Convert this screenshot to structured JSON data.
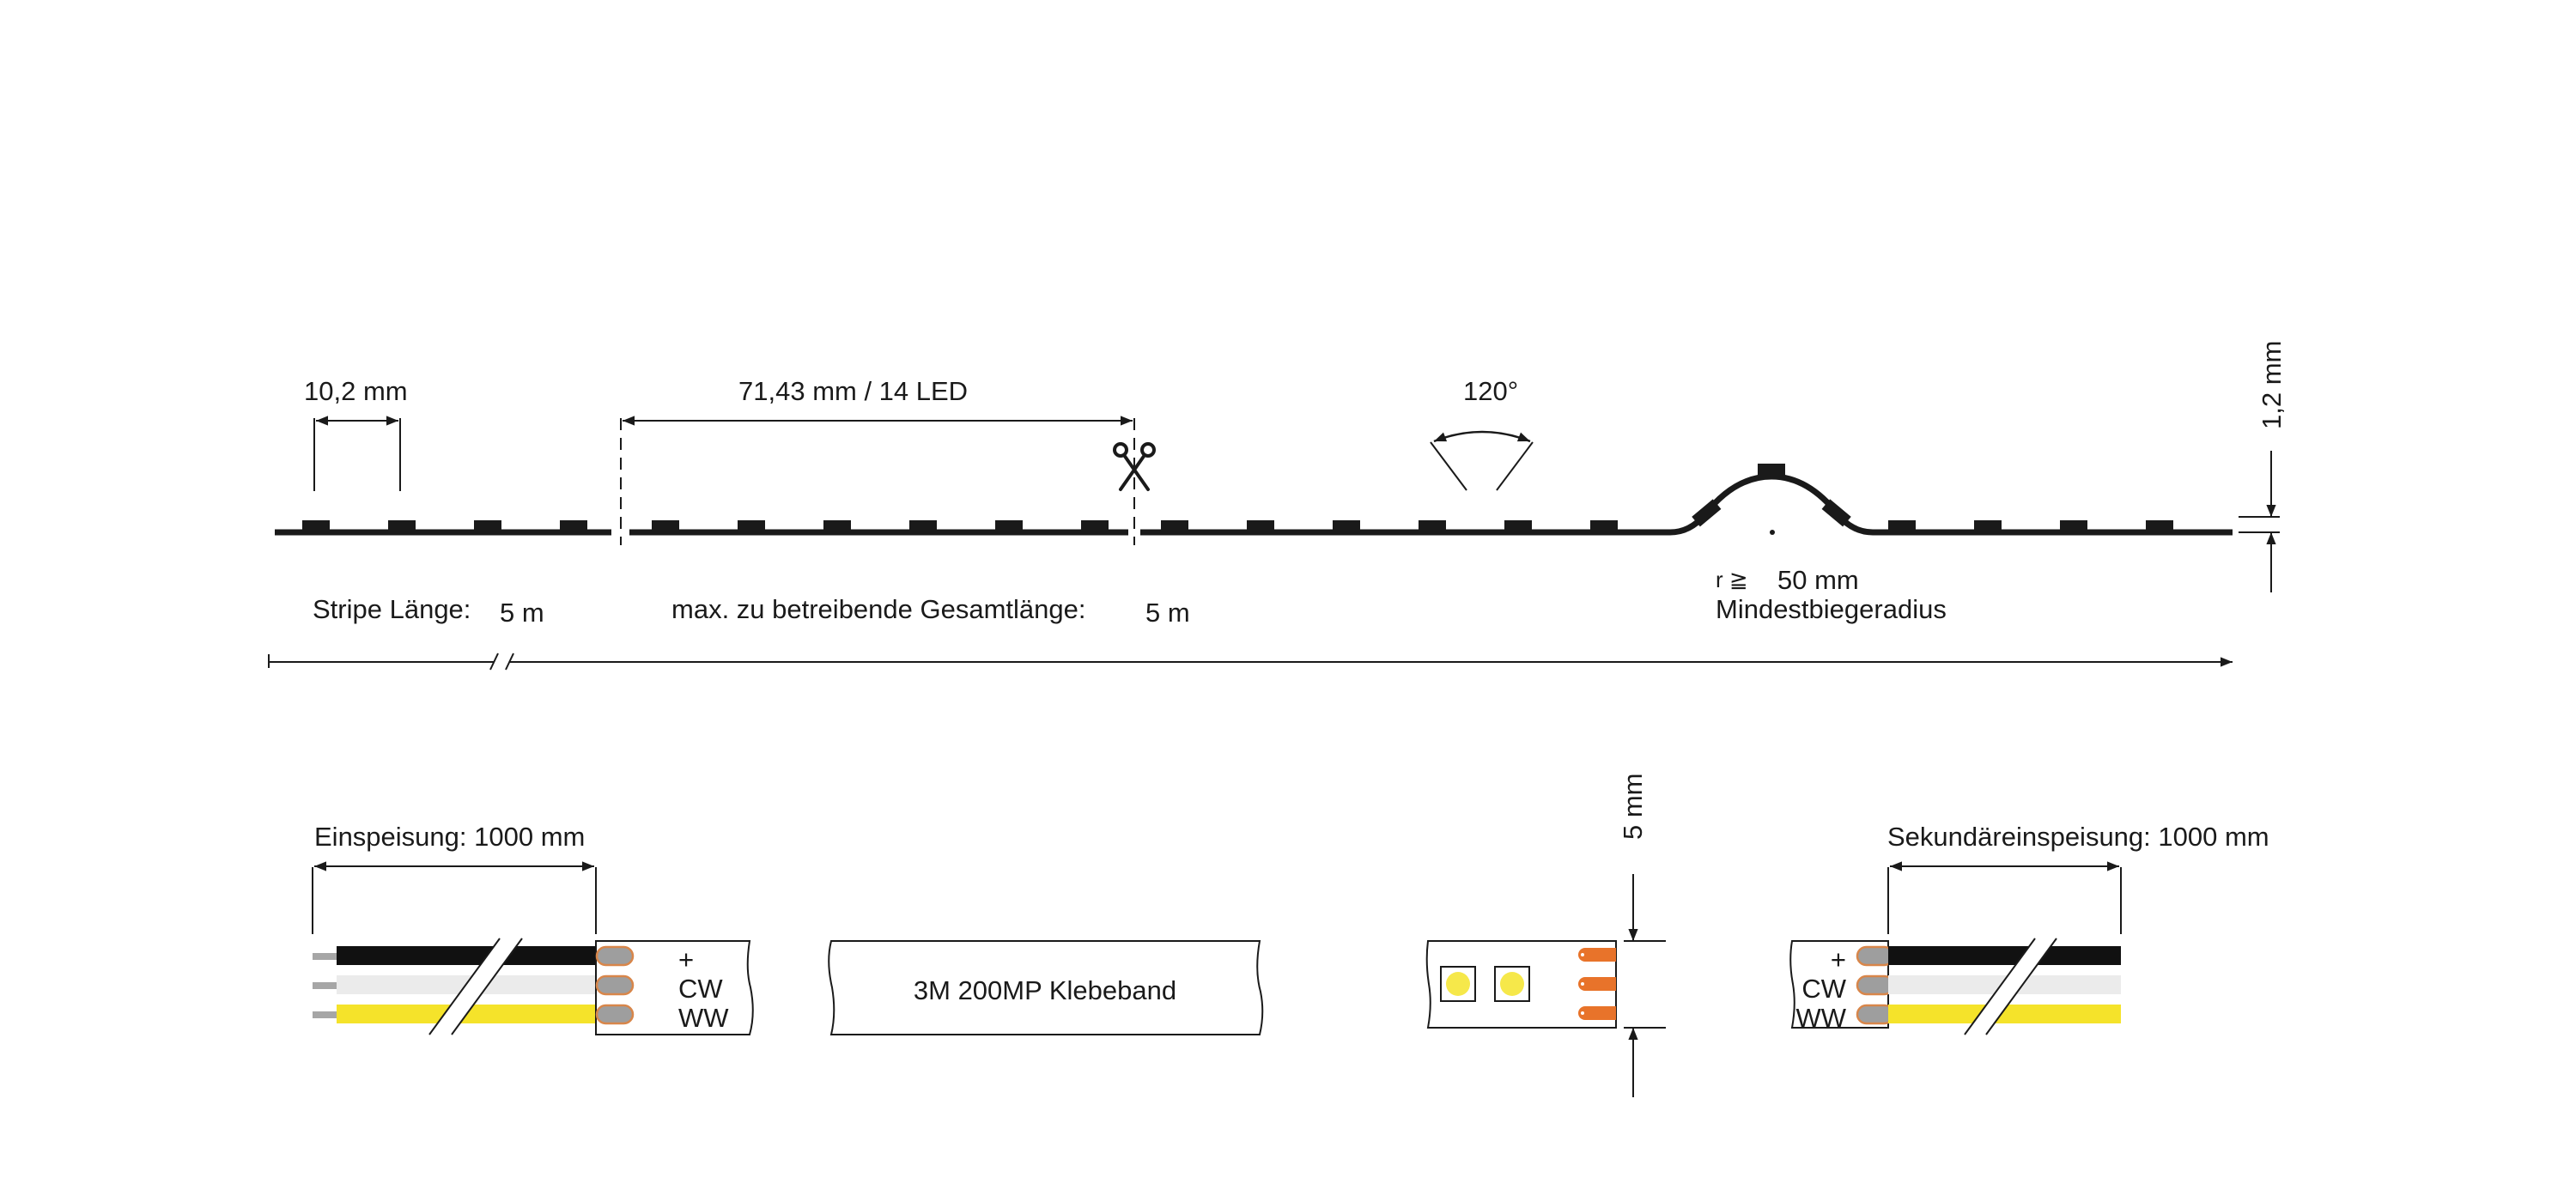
{
  "top_strip": {
    "led_pitch_label": "10,2 mm",
    "cut_segment_label": "71,43 mm / 14 LED",
    "beam_angle_label": "120°",
    "thickness_label": "1,2 mm",
    "bend_radius_symbol": "r ≧",
    "bend_radius_value": "50 mm",
    "bend_radius_caption": "Mindestbiegeradius",
    "stripe_length_label": "Stripe Länge:",
    "stripe_length_value": "5 m",
    "max_length_label": "max. zu betreibende Gesamtlänge:",
    "max_length_value": "5 m",
    "icons": {
      "cut_marker": "scissors-icon"
    }
  },
  "bottom_row": {
    "feed_label": "Einspeisung: 1000 mm",
    "secondary_feed_label": "Sekundäreinspeisung: 1000 mm",
    "adhesive_label": "3M 200MP Klebeband",
    "width_label": "5 mm",
    "pin_labels": [
      "+",
      "CW",
      "WW"
    ]
  },
  "colors": {
    "line": "#1a1a1a",
    "wire_plus": "#111111",
    "wire_cw": "#ebebeb",
    "wire_ww": "#f5e32a",
    "wire_tip": "#a6a6a6",
    "pad_orange": "#e8732a",
    "solder_grey": "#9e9e9e",
    "led_yellow": "#f6e84a"
  }
}
